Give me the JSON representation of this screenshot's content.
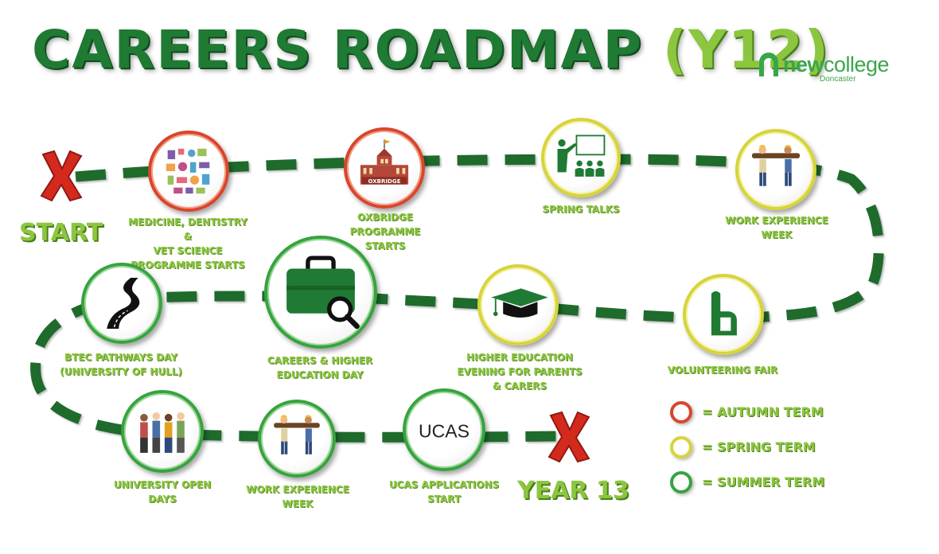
{
  "header": {
    "title_main": "CAREERS ROADMAP",
    "title_year": "(Y12)"
  },
  "logo": {
    "brand_bold": "new",
    "brand_light": "college",
    "sub": "Doncaster",
    "icon": "arch-icon",
    "color": "#3aa64a"
  },
  "start_label": "START",
  "end_label": "YEAR 13",
  "milestones": [
    {
      "term": "autumn",
      "icon": "medical-collage-icon",
      "label": "MEDICINE, DENTISTRY &\nVET SCIENCE\nPROGRAMME STARTS"
    },
    {
      "term": "autumn",
      "icon": "university-building-icon",
      "badge": "OXBRIDGE",
      "label": "OXBRIDGE PROGRAMME\nSTARTS"
    },
    {
      "term": "spring",
      "icon": "presentation-icon",
      "label": "SPRING TALKS"
    },
    {
      "term": "spring",
      "icon": "workers-carrying-log-icon",
      "label": "WORK EXPERIENCE\nWEEK"
    },
    {
      "term": "spring",
      "icon": "raised-hand-icon",
      "label": "VOLUNTEERING FAIR"
    },
    {
      "term": "spring",
      "icon": "graduation-cap-icon",
      "label": "HIGHER EDUCATION\nEVENING FOR PARENTS\n& CARERS"
    },
    {
      "term": "summer",
      "icon": "briefcase-search-icon",
      "label": "CAREERS & HIGHER\nEDUCATION DAY"
    },
    {
      "term": "summer",
      "icon": "winding-road-icon",
      "label": "BTEC PATHWAYS DAY\n(UNIVERSITY OF HULL)"
    },
    {
      "term": "summer",
      "icon": "students-group-icon",
      "label": "UNIVERSITY OPEN\nDAYS"
    },
    {
      "term": "summer",
      "icon": "workers-carrying-log-icon",
      "label": "WORK EXPERIENCE\nWEEK"
    },
    {
      "term": "summer",
      "icon": "ucas-logo-icon",
      "badge": "UCAS",
      "label": "UCAS APPLICATIONS\nSTART"
    }
  ],
  "legend": [
    {
      "term": "autumn",
      "text": "= AUTUMN TERM"
    },
    {
      "term": "spring",
      "text": "= SPRING TERM"
    },
    {
      "term": "summer",
      "text": "= SUMMER TERM"
    }
  ],
  "colors": {
    "autumn": "#d9452c",
    "spring": "#d6d43a",
    "summer": "#37a33f",
    "path": "#1e6b2c",
    "title": "#1f7a33",
    "accent": "#8cc63f",
    "x_mark": "#d42a1e"
  }
}
